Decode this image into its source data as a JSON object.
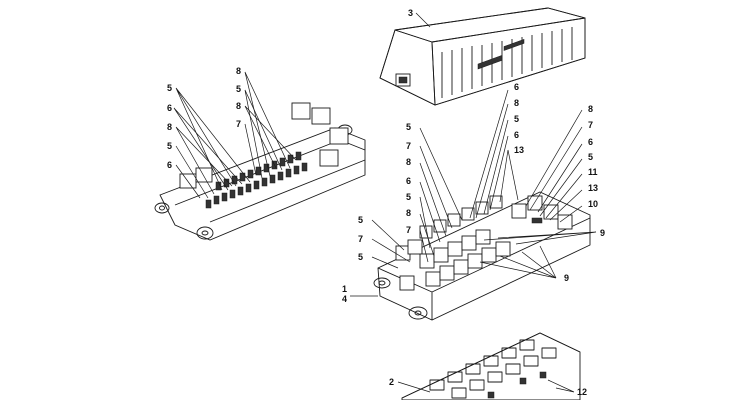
{
  "diagram": {
    "colors": {
      "line": "#1a1a1a",
      "background": "#ffffff",
      "shade": "#333333"
    },
    "callouts": {
      "cover": [
        "3"
      ],
      "left_box": [
        "5",
        "6",
        "8",
        "5",
        "6",
        "8",
        "5",
        "8",
        "7"
      ],
      "right_box_left": [
        "5",
        "7",
        "8",
        "6",
        "5",
        "8",
        "7",
        "5",
        "7",
        "5",
        "1",
        "4"
      ],
      "right_box_top": [
        "6",
        "8",
        "5",
        "6",
        "13"
      ],
      "right_box_right": [
        "8",
        "7",
        "6",
        "5",
        "11",
        "13",
        "10",
        "9",
        "9"
      ],
      "bottom_board": [
        "2",
        "12"
      ]
    }
  }
}
